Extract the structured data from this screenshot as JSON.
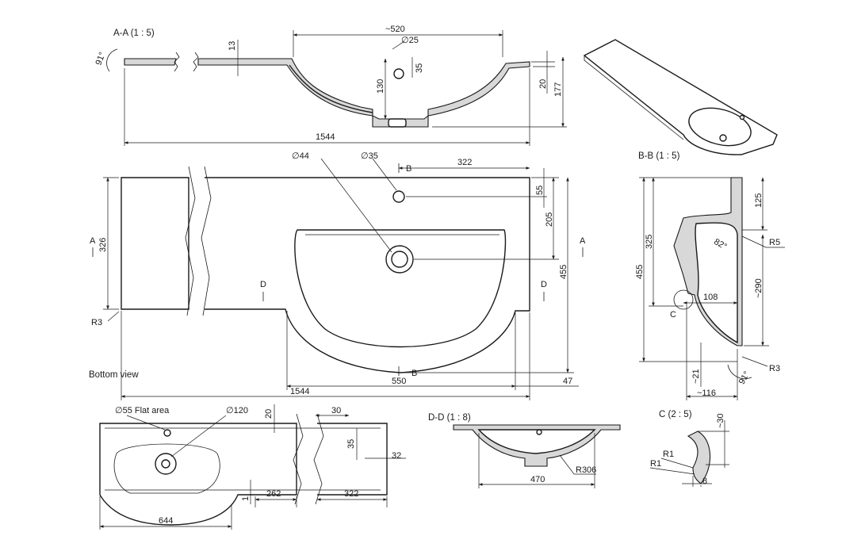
{
  "section_titles": {
    "aa": "A-A (1 : 5)",
    "bb": "B-B (1 : 5)",
    "dd": "D-D (1 : 8)",
    "c": "C (2 : 5)",
    "bottom_view": "Bottom view"
  },
  "section_aa": {
    "angle": "91°",
    "d_520": "~520",
    "d_dia25": "∅25",
    "d_13": "13",
    "d_35": "35",
    "d_130": "130",
    "d_20": "20",
    "d_177": "177",
    "d_1544": "1544"
  },
  "plan_view": {
    "d_dia44": "∅44",
    "d_dia35": "∅35",
    "d_322": "322",
    "d_55": "55",
    "d_205": "205",
    "d_455": "455",
    "d_326": "326",
    "d_1544": "1544",
    "d_550": "550",
    "d_47": "47",
    "r3": "R3",
    "cut_a_left": "A",
    "cut_a_right": "A",
    "cut_b_top": "B",
    "cut_b_bottom": "B",
    "cut_d_left": "D",
    "cut_d_right": "D"
  },
  "section_bb": {
    "d_125": "125",
    "d_325": "325",
    "d_455": "455",
    "r5": "R5",
    "angle_82": "82°",
    "d_290": "~290",
    "d_108": "108",
    "detail_c": "C",
    "d_21": "~21",
    "d_116": "~116",
    "angle_91": "91°",
    "r3": "R3"
  },
  "bottom_view": {
    "flat_area": "∅55 Flat area",
    "d_dia120": "∅120",
    "d_20": "20",
    "d_30": "30",
    "d_35": "35",
    "d_32": "32",
    "d_1": "1",
    "d_262": "262",
    "d_322": "322",
    "d_644": "644"
  },
  "section_dd": {
    "d_470": "470",
    "r306": "R306"
  },
  "detail_c": {
    "d_30": "~30",
    "r1_top": "R1",
    "r1_bottom": "R1",
    "d_8": "8"
  }
}
